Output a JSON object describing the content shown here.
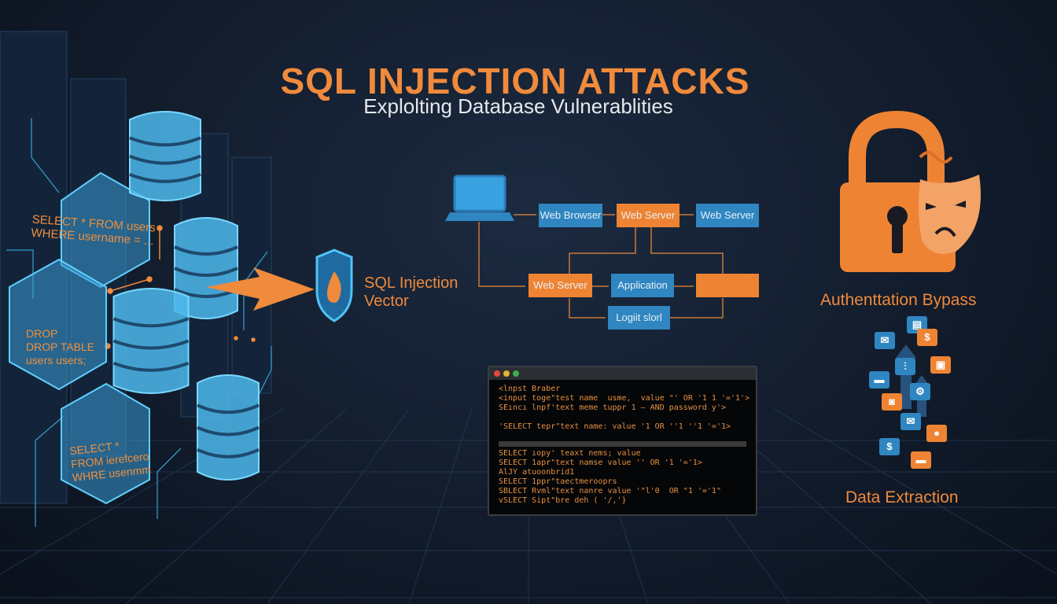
{
  "header": {
    "title": "SQL INJECTION ATTACKS",
    "subtitle": "Explolting Database Vulnerablities"
  },
  "left_panel": {
    "sql_snippets": [
      [
        "SELECT * FROM users",
        "WHERE usernamе = ..."
      ],
      [
        "DROP",
        "DROP TABLE",
        "users users;"
      ],
      [
        "SELECT *",
        "FROM ierefcero",
        "WHRE usenmm"
      ]
    ]
  },
  "vector": {
    "line1": "SQL Injection",
    "line2": "Vector",
    "icon": "shield-fire-icon"
  },
  "flow": {
    "laptop_icon": "laptop-icon",
    "boxes": {
      "browser": "Web Browser",
      "server1": "Web Server",
      "server2": "Web Server",
      "server3": "Web Server",
      "application": "Application",
      "blank": "",
      "login": "Logiit slorl"
    }
  },
  "terminal": {
    "lines_top": [
      "<lnpst Braber",
      "<input toge\"test name  usme,  value \"' OR '1 1 '='1'>",
      "SEıncı lnpf'text meme tuppr 1 — AND password y'>",
      "",
      "'SELECT tepr\"text name: value '1 OR ''1 ''1 '='1>"
    ],
    "lines_bottom": [
      "SELECT ıopy' teaxt nems; value",
      "SELECT 1apr\"text namse value '' OR '1 '='1>",
      "AlJY atuoonbrid1",
      "SELECT 1ppr\"taectmerooprs",
      "SBLECT Rvml\"text nanre value '\"l'0  OR \"1 '='1\"",
      "vSLECT Sipt\"bre deh ( '/,'}"
    ],
    "dot_colors": [
      "#e5483f",
      "#e3b52b",
      "#3fae4f"
    ]
  },
  "right_panel": {
    "auth_label": "Authenttation Bypass",
    "data_label": "Data Extraction",
    "lock_icon": "padlock-icon",
    "mask_icon": "tragedy-mask-icon",
    "data_icons": [
      {
        "icon": "id-card-icon",
        "color": "#2f86c1",
        "glyph": "▤"
      },
      {
        "icon": "mail-icon",
        "color": "#2f86c1",
        "glyph": "✉"
      },
      {
        "icon": "dollar-icon",
        "color": "#ee8433",
        "glyph": "$"
      },
      {
        "icon": "chart-icon",
        "color": "#2f86c1",
        "glyph": "⫶"
      },
      {
        "icon": "document-icon",
        "color": "#ee8433",
        "glyph": "▣"
      },
      {
        "icon": "credit-card-icon",
        "color": "#2f86c1",
        "glyph": "▬"
      },
      {
        "icon": "data-icon",
        "color": "#2f86c1",
        "glyph": "⚙"
      },
      {
        "icon": "camera-icon",
        "color": "#ee8433",
        "glyph": "◙"
      },
      {
        "icon": "mail-icon",
        "color": "#2f86c1",
        "glyph": "✉"
      },
      {
        "icon": "user-icon",
        "color": "#ee8433",
        "glyph": "●"
      },
      {
        "icon": "dollar-icon",
        "color": "#2f86c1",
        "glyph": "$"
      },
      {
        "icon": "credit-card-icon",
        "color": "#ee8433",
        "glyph": "▬"
      }
    ]
  },
  "colors": {
    "accent_orange": "#f08a3c",
    "accent_blue": "#2f86c1",
    "hex_cyan": "#4fc3f7",
    "background": "#121c2c"
  }
}
